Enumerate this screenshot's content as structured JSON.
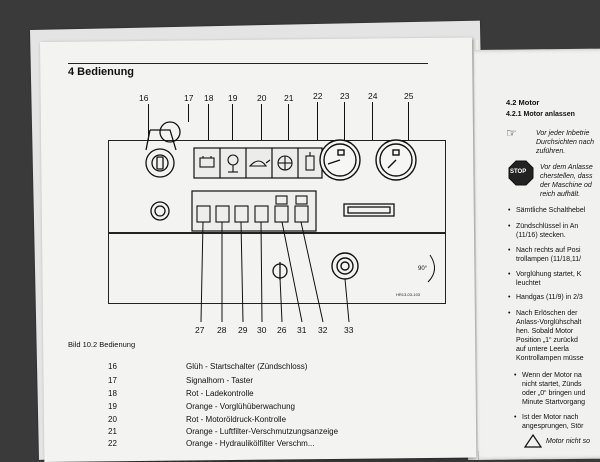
{
  "section": {
    "title": "4 Bedienung"
  },
  "diagram": {
    "callouts_top": [
      "16",
      "17",
      "18",
      "19",
      "20",
      "21",
      "22",
      "23",
      "24",
      "25"
    ],
    "callouts_bottom": [
      "27",
      "28",
      "29",
      "30",
      "26",
      "31",
      "32",
      "33"
    ],
    "rotation_label": "90°",
    "image_ref": "HR13-03-103",
    "caption": "Bild 10.2 Bedienung"
  },
  "legend": [
    {
      "num": "16",
      "desc": "Glüh - Startschalter (Zündschloss)"
    },
    {
      "num": "17",
      "desc": "Signalhorn - Taster"
    },
    {
      "num": "18",
      "desc": "Rot - Ladekontrolle"
    },
    {
      "num": "19",
      "desc": "Orange - Vorglühüberwachung"
    },
    {
      "num": "20",
      "desc": "Rot - Motoröldruck-Kontrolle"
    },
    {
      "num": "21",
      "desc": "Orange - Luftfilter-Verschmutzungsanzeige"
    },
    {
      "num": "22",
      "desc": "Orange - Hydraulikölfilter Verschm..."
    }
  ],
  "right_page": {
    "h1": "4.2 Motor",
    "h2": "4.2.1 Motor anlassen",
    "note1": [
      "Vor jeder Inbetrie",
      "Durchsichten nach",
      "zuführen."
    ],
    "stop": "STOP",
    "note2": [
      "Vor dem Anlasse",
      "cherstellen, dass",
      "der Maschine od",
      "reich aufhält."
    ],
    "bullets": [
      [
        "Sämtliche Schalthebel"
      ],
      [
        "Zündschlüssel in An",
        "(11/16) stecken."
      ],
      [
        "Nach rechts auf Posi",
        "trollampen (11/18,11/"
      ],
      [
        "Vorglühung startet, K",
        "leuchtet"
      ],
      [
        "Handgas (11/9) in 2/3"
      ],
      [
        "Nach Erlöschen der",
        "Anlass-Vorglühschalt",
        "hen. Sobald Motor",
        "Position „1“ zurückd",
        "auf untere Leerla",
        "Kontrollampen müsse"
      ],
      [
        "Wenn der Motor na",
        "nicht startet, Zünds",
        "oder „0“ bringen und",
        "Minute Startvorgang"
      ],
      [
        "Ist der Motor nach",
        "angesprungen, Stör"
      ]
    ],
    "warn_tail": "Motor nicht so"
  },
  "colors": {
    "paper": "#f3f3f1",
    "ink": "#111111",
    "background": "#3a3a3a"
  }
}
